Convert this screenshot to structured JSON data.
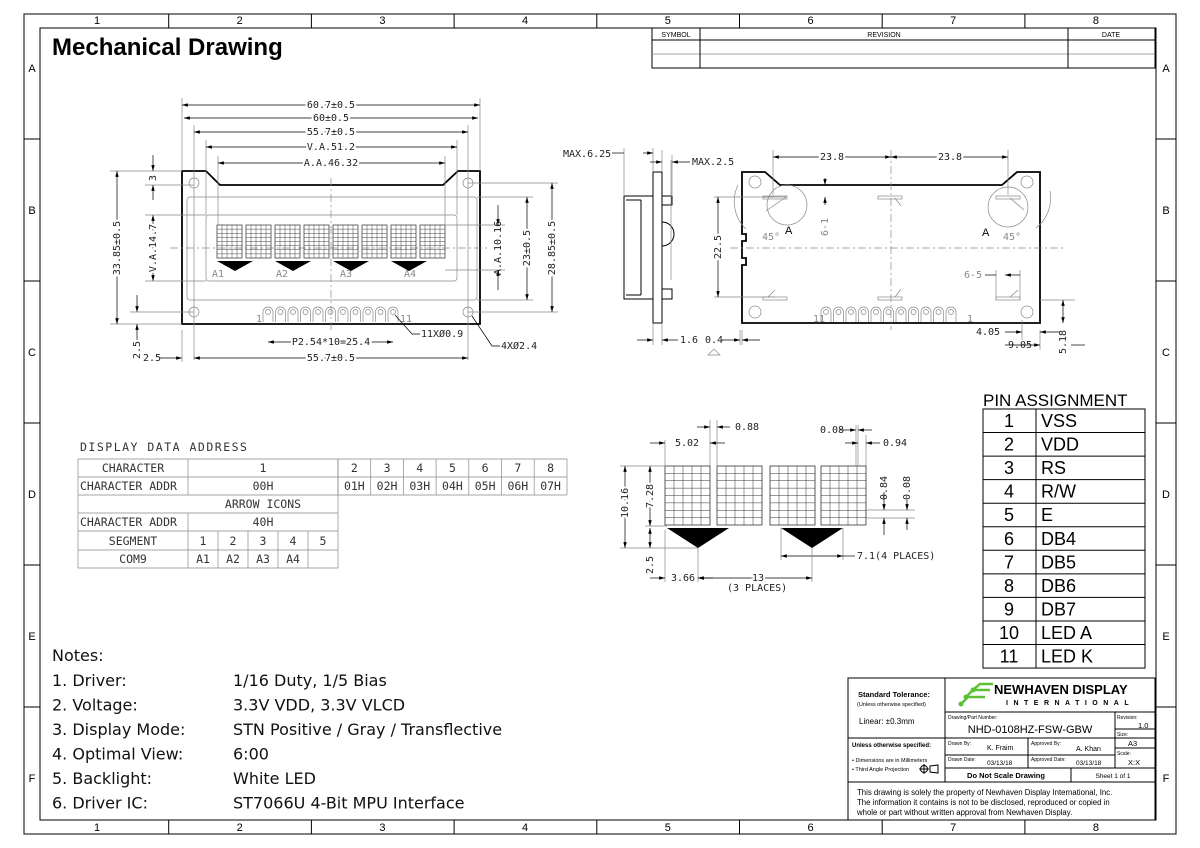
{
  "title": "Mechanical Drawing",
  "grid": {
    "cols": [
      "1",
      "2",
      "3",
      "4",
      "5",
      "6",
      "7",
      "8"
    ],
    "rows": [
      "A",
      "B",
      "C",
      "D",
      "E",
      "F"
    ]
  },
  "revision_block": {
    "symbol": "SYMBOL",
    "revision": "REVISION",
    "date": "DATE"
  },
  "front_view": {
    "dim_overall_width": "60.7±0.5",
    "dim_width": "60±0.5",
    "dim_hole_pitch_top": "55.7±0.5",
    "dim_va_width": "V.A.51.2",
    "dim_aa_width": "A.A.46.32",
    "dim_height": "33.85±0.5",
    "dim_top": "3",
    "dim_va_height": "V.A.14.7",
    "dim_bottom_edge": "2.5",
    "dim_aa_height": "A.A.10.16",
    "dim_glass_height": "23±0.5",
    "dim_hole_pitch_v": "28.85±0.5",
    "dim_pin_pitch": "P2.54*10=25.4",
    "dim_hole_pitch_bottom": "55.7±0.5",
    "dim_left_edge": "2.5",
    "pin_holes": "11XØ0.9",
    "mount_holes": "4XØ2.4",
    "icon_labels": [
      "A1",
      "A2",
      "A3",
      "A4"
    ],
    "pin_first": "1",
    "pin_last": "11"
  },
  "side_view": {
    "max_thickness": "MAX.6.25",
    "max_pin": "MAX.2.5",
    "pcb": "1.6",
    "gap": "0.4"
  },
  "back_view": {
    "dim_left": "23.8",
    "dim_right": "23.8",
    "dim_vertical": "22.5",
    "angle": "45°",
    "detail": "A",
    "dim_6_1": "6-1",
    "dim_6_5": "6-5",
    "dim_4_05": "4.05",
    "dim_9_05": "9.05",
    "dim_5_18": "5.18",
    "pin_first": "11",
    "pin_last": "1"
  },
  "display_data_address": {
    "title": "DISPLAY DATA ADDRESS",
    "character_label": "CHARACTER",
    "characters": [
      "1",
      "2",
      "3",
      "4",
      "5",
      "6",
      "7",
      "8"
    ],
    "addr_label": "CHARACTER ADDR",
    "addresses": [
      "00H",
      "01H",
      "02H",
      "03H",
      "04H",
      "05H",
      "06H",
      "07H"
    ],
    "arrow_icons": "ARROW ICONS",
    "icon_addr_label": "CHARACTER ADDR",
    "icon_addr": "40H",
    "segment_label": "SEGMENT",
    "segments": [
      "1",
      "2",
      "3",
      "4",
      "5"
    ],
    "com_label": "COM9",
    "com_values": [
      "A1",
      "A2",
      "A3",
      "A4",
      ""
    ]
  },
  "detail": {
    "d_502": "5.02",
    "d_088": "0.88",
    "d_008_top": "0.08",
    "d_094": "0.94",
    "d_1016": "10.16",
    "d_728": "7.28",
    "d_25": "2.5",
    "d_084": "0.84",
    "d_008_side": "0.08",
    "d_71": "7.1(4 PLACES)",
    "d_366": "3.66",
    "d_13": "13",
    "d_13_note": "(3 PLACES)"
  },
  "pin_assignment": {
    "title": "PIN ASSIGNMENT",
    "pins": [
      {
        "no": "1",
        "name": "VSS"
      },
      {
        "no": "2",
        "name": "VDD"
      },
      {
        "no": "3",
        "name": "RS"
      },
      {
        "no": "4",
        "name": "R/W"
      },
      {
        "no": "5",
        "name": "E"
      },
      {
        "no": "6",
        "name": "DB4"
      },
      {
        "no": "7",
        "name": "DB5"
      },
      {
        "no": "8",
        "name": "DB6"
      },
      {
        "no": "9",
        "name": "DB7"
      },
      {
        "no": "10",
        "name": "LED A"
      },
      {
        "no": "11",
        "name": "LED K"
      }
    ]
  },
  "notes": {
    "heading": "Notes:",
    "items": [
      {
        "label": "1. Driver:",
        "value": "1/16 Duty, 1/5 Bias"
      },
      {
        "label": "2. Voltage:",
        "value": "3.3V VDD,  3.3V VLCD"
      },
      {
        "label": "3. Display Mode:",
        "value": "STN Positive / Gray / Transflective"
      },
      {
        "label": "4. Optimal View:",
        "value": "6:00"
      },
      {
        "label": "5. Backlight:",
        "value": "White LED"
      },
      {
        "label": "6. Driver IC:",
        "value": "ST7066U 4-Bit MPU Interface"
      }
    ]
  },
  "title_block": {
    "tolerance_heading": "Standard Tolerance:",
    "tolerance_sub": "(Unless otherwise specified)",
    "linear": "Linear:   ±0.3mm",
    "unless": "Unless otherwise specified:",
    "dims_mm": "• Dimensions are in Millimeters",
    "projection": "• Third Angle Projection",
    "logo_main": "NEWHAVEN DISPLAY",
    "logo_sub": "INTERNATIONAL",
    "part_label": "Drawing/Part Number:",
    "part_number": "NHD-0108HZ-FSW-GBW",
    "revision_label": "Revision:",
    "revision": "1.0",
    "size_label": "Size:",
    "size": "A3",
    "scale_label": "Scale:",
    "scale": "X:X",
    "drawn_by_label": "Drawn By:",
    "drawn_by": "K. Fraim",
    "approved_by_label": "Approved By:",
    "approved_by": "A. Khan",
    "drawn_date_label": "Drawn Date:",
    "drawn_date": "03/13/18",
    "approved_date_label": "Approved Date:",
    "approved_date": "03/13/18",
    "no_scale": "Do Not Scale Drawing",
    "sheet": "Sheet 1 of 1",
    "disclaimer": [
      "This drawing is solely the property of Newhaven Display International, Inc.",
      "The information it contains is not to be disclosed, reproduced or copied in",
      "whole or part without written approval from Newhaven Display."
    ],
    "logo_color": "#5cc234"
  }
}
